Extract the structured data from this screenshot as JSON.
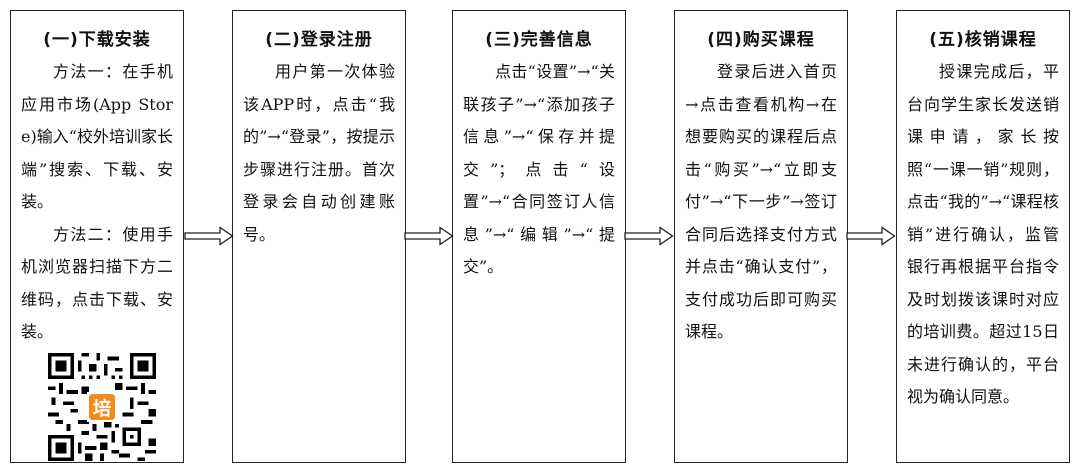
{
  "steps": [
    {
      "title": "(一)下载安装",
      "paragraphs": [
        "方法一：在手机应用市场(App Store)输入“校外培训家长端”搜索、下载、安装。",
        "方法二：使用手机浏览器扫描下方二维码，点击下载、安装。"
      ]
    },
    {
      "title": "(二)登录注册",
      "paragraphs": [
        "用户第一次体验该APP时，点击“我的”→“登录”，按提示步骤进行注册。首次登录会自动创建账号。"
      ]
    },
    {
      "title": "(三)完善信息",
      "paragraphs": [
        "点击“设置”→“关联孩子”→“添加孩子信息”→“保存并提交”；点击“设置”→“合同签订人信息”→“编辑”→“提交”。"
      ]
    },
    {
      "title": "(四)购买课程",
      "paragraphs": [
        "登录后进入首页→点击查看机构→在想要购买的课程后点击“购买”→“立即支付”→“下一步”→签订合同后选择支付方式并点击“确认支付”，支付成功后即可购买课程。"
      ]
    },
    {
      "title": "(五)核销课程",
      "paragraphs": [
        "授课完成后，平台向学生家长发送销课申请，家长按照“一课一销”规则，点击“我的”→“课程核销”进行确认，监管银行再根据平台指令及时划拨该课时对应的培训费。超过15日未进行确认的，平台视为确认同意。"
      ]
    }
  ],
  "qr_logo_text": "培",
  "colors": {
    "accent": "#f28a1c",
    "border": "#222222"
  }
}
